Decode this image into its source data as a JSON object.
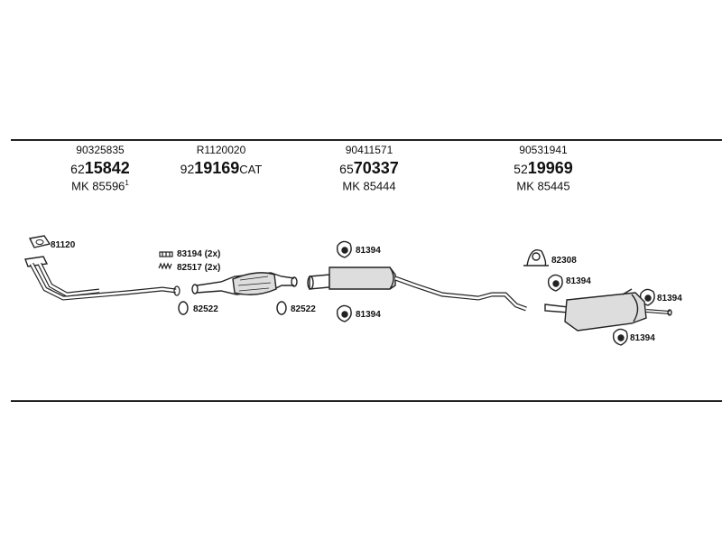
{
  "groups": [
    {
      "oe_number": "90325835",
      "prefix": "62",
      "main": "15842",
      "suffix": "",
      "mk_label": "MK",
      "mk_number": "85596",
      "mk_note": "1"
    },
    {
      "oe_number": "R1120020",
      "prefix": "92",
      "main": "19169",
      "suffix": "CAT",
      "mk_label": "",
      "mk_number": "",
      "mk_note": ""
    },
    {
      "oe_number": "90411571",
      "prefix": "65",
      "main": "70337",
      "suffix": "",
      "mk_label": "MK",
      "mk_number": "85444",
      "mk_note": ""
    },
    {
      "oe_number": "90531941",
      "prefix": "52",
      "main": "19969",
      "suffix": "",
      "mk_label": "MK",
      "mk_number": "85445",
      "mk_note": ""
    }
  ],
  "parts": {
    "front_gasket": "81120",
    "bolt_1": "83194 (2x)",
    "bolt_2": "82517 (2x)",
    "ring_1": "82522",
    "ring_2": "82522",
    "mid_mount_top": "81394",
    "mid_mount_bottom": "81394",
    "clamp": "82308",
    "rear_mount_1": "81394",
    "rear_mount_2": "81394",
    "rear_mount_3": "81394"
  }
}
